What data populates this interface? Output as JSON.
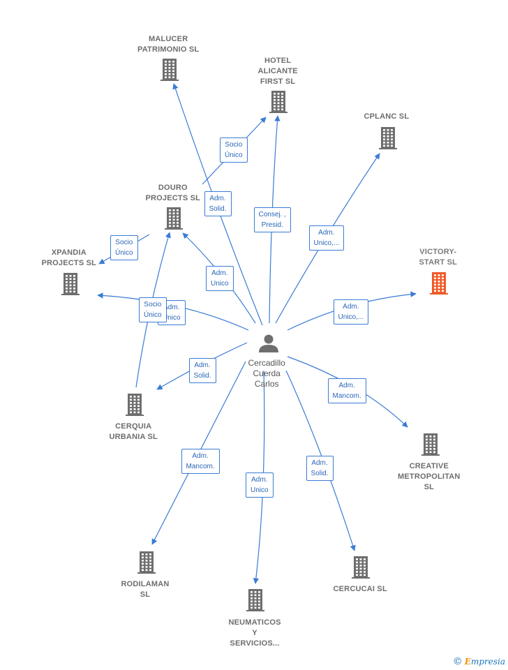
{
  "colors": {
    "edge": "#3a7bd5",
    "building": "#6e6e6e",
    "focus": "#f05a28",
    "person": "#6e6e6e"
  },
  "person": {
    "id": "center",
    "label": "Cercadillo\nCuerda\nCarlos",
    "icon": "person-icon"
  },
  "nodes": [
    {
      "id": "malucer",
      "label": "MALUCER\nPATRIMONIO SL",
      "icon": "building-icon"
    },
    {
      "id": "hotel",
      "label": "HOTEL\nALICANTE\nFIRST SL",
      "icon": "building-icon"
    },
    {
      "id": "cplanc",
      "label": "CPLANC SL",
      "icon": "building-icon"
    },
    {
      "id": "douro",
      "label": "DOURO\nPROJECTS SL",
      "icon": "building-icon"
    },
    {
      "id": "xpandia",
      "label": "XPANDIA\nPROJECTS SL",
      "icon": "building-icon"
    },
    {
      "id": "victory",
      "label": "VICTORY-\nSTART SL",
      "icon": "building-icon",
      "focus": true
    },
    {
      "id": "cerquia",
      "label": "CERQUIA\nURBANIA SL",
      "icon": "building-icon"
    },
    {
      "id": "creative",
      "label": "CREATIVE\nMETROPOLITAN\nSL",
      "icon": "building-icon"
    },
    {
      "id": "rodilaman",
      "label": "RODILAMAN\nSL",
      "icon": "building-icon"
    },
    {
      "id": "neumaticos",
      "label": "NEUMATICOS\nY\nSERVICIOS...",
      "icon": "building-icon"
    },
    {
      "id": "cercucai",
      "label": "CERCUCAI SL",
      "icon": "building-icon"
    }
  ],
  "edges": [
    {
      "from": "center",
      "to": "malucer",
      "label": "Adm.\nSolid."
    },
    {
      "from": "douro",
      "to": "hotel",
      "label": "Socio\nÚnico"
    },
    {
      "from": "center",
      "to": "hotel",
      "label": "Consej. ,\nPresid."
    },
    {
      "from": "center",
      "to": "cplanc",
      "label": "Adm.\nUnico,..."
    },
    {
      "from": "center",
      "to": "douro",
      "label": "Adm.\nUnico"
    },
    {
      "from": "douro",
      "to": "xpandia",
      "label": "Socio\nÚnico"
    },
    {
      "from": "center",
      "to": "xpandia",
      "label": "Adm.\nUnico"
    },
    {
      "from": "cerquia",
      "to": "douro",
      "label": "Socio\nÚnico"
    },
    {
      "from": "center",
      "to": "victory",
      "label": "Adm.\nUnico,..."
    },
    {
      "from": "center",
      "to": "cerquia",
      "label": "Adm.\nSolid."
    },
    {
      "from": "center",
      "to": "creative",
      "label": "Adm.\nMancom."
    },
    {
      "from": "center",
      "to": "rodilaman",
      "label": "Adm.\nMancom."
    },
    {
      "from": "center",
      "to": "neumaticos",
      "label": "Adm.\nUnico"
    },
    {
      "from": "center",
      "to": "cercucai",
      "label": "Adm.\nSolid."
    }
  ],
  "brand": {
    "copyright": "©",
    "name": "mpresia",
    "initial": "E"
  }
}
